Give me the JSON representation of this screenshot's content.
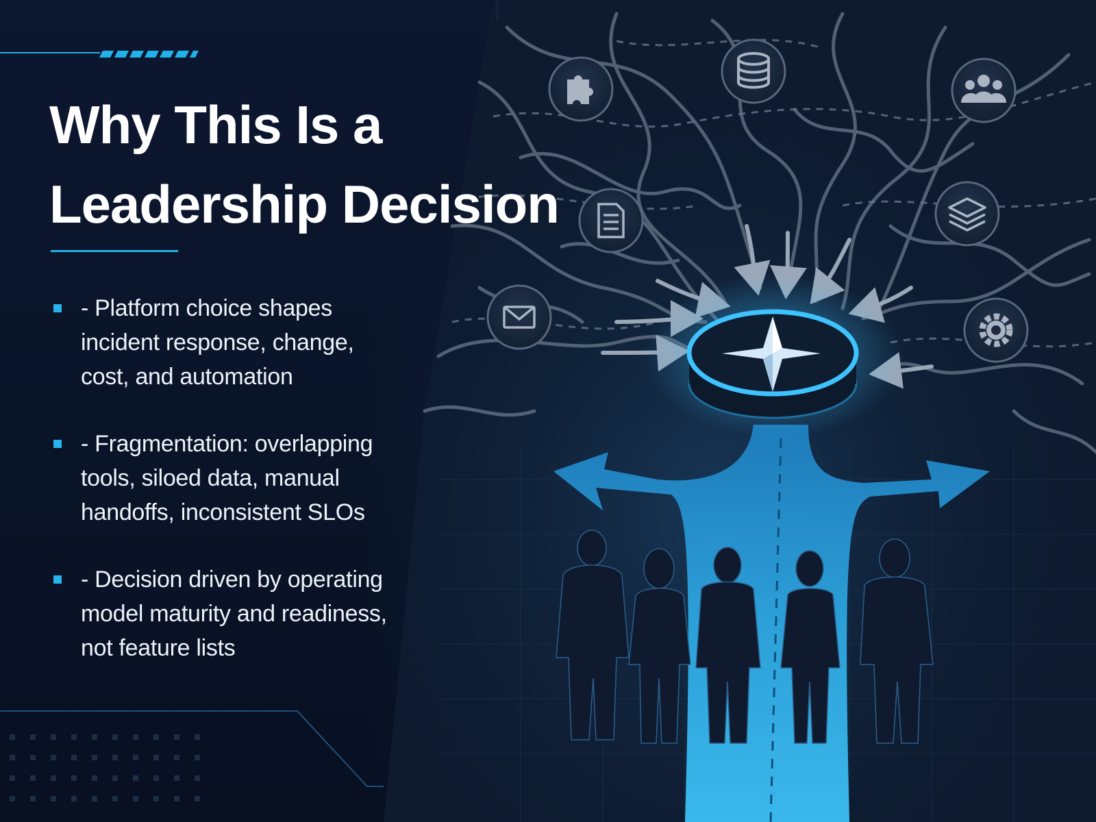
{
  "slide": {
    "title_lines": [
      "Why This Is a",
      "Leadership Decision"
    ],
    "bullets": [
      {
        "lines": [
          "- Platform choice shapes",
          "incident response, change,",
          "cost, and automation"
        ]
      },
      {
        "lines": [
          "- Fragmentation: overlapping",
          "tools, siloed data, manual",
          "handoffs, inconsistent SLOs"
        ]
      },
      {
        "lines": [
          "- Decision driven by operating",
          "model maturity and readiness,",
          "not feature lists"
        ]
      }
    ]
  },
  "illustration": {
    "tool_icons": [
      "puzzle-icon",
      "database-icon",
      "team-icon",
      "document-icon",
      "layers-icon",
      "mail-icon",
      "gear-icon"
    ],
    "hub_icon": "compass-star-icon",
    "people_count": 5
  },
  "colors": {
    "background": "#0a1324",
    "accent": "#22b2ea",
    "glow": "#3ec3ff",
    "path_blue": "#2d9fd8",
    "text": "#ffffff",
    "silhouette": "#0f1a2e"
  }
}
